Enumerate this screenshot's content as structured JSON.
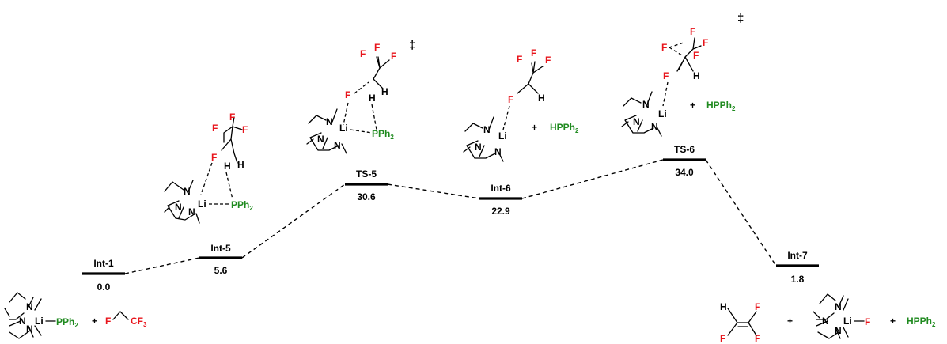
{
  "levels": [
    {
      "id": "Int-1",
      "label": "Int-1",
      "energy": "0.0"
    },
    {
      "id": "Int-5",
      "label": "Int-5",
      "energy": "5.6"
    },
    {
      "id": "TS-5",
      "label": "TS-5",
      "energy": "30.6"
    },
    {
      "id": "Int-6",
      "label": "Int-6",
      "energy": "22.9"
    },
    {
      "id": "TS-6",
      "label": "TS-6",
      "energy": "34.0"
    },
    {
      "id": "Int-7",
      "label": "Int-7",
      "energy": "1.8"
    }
  ],
  "symbols": {
    "dagger": "‡",
    "plus": "+",
    "li": "Li",
    "n": "N",
    "f": "F",
    "h": "H",
    "pph": "PPh",
    "hpph": "HPPh",
    "cf": "CF",
    "sub2": "2",
    "sub3": "3"
  },
  "colors": {
    "fluorine": "#e8141b",
    "phosphorus": "#1f8a1f",
    "carbon_bonds": "#000000"
  }
}
